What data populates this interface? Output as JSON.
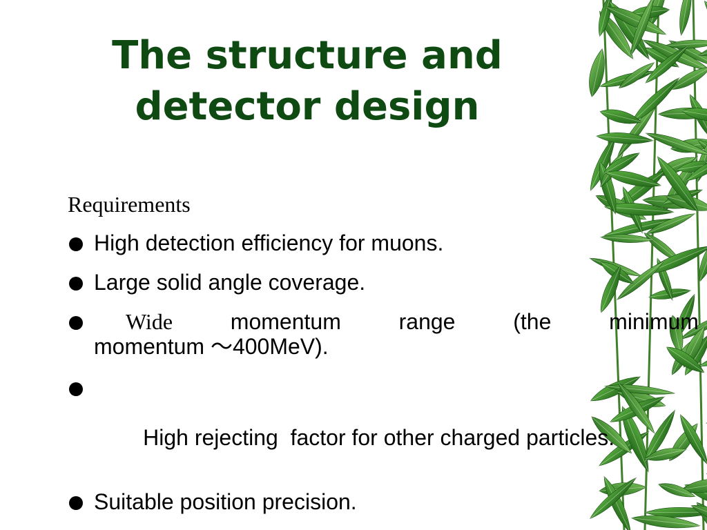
{
  "slide": {
    "title_line1": "The structure and",
    "title_line2": "detector design",
    "requirements_label": "Requirements",
    "bullets": [
      {
        "text": "High detection efficiency for muons."
      },
      {
        "text": "Large solid angle coverage."
      },
      {
        "word1": "Wide",
        "word2": "momentum",
        "word3": "range",
        "word4": "(the",
        "word5": "minimum",
        "line2": "momentum ～400MeV)."
      },
      {
        "text": "High rejecting  factor for other charged particles."
      },
      {
        "text": "Suitable position precision."
      }
    ],
    "colors": {
      "title": "#0f4a13",
      "text": "#000000",
      "background": "#ffffff",
      "leaf_dark": "#1f6b1a",
      "leaf_light": "#4fa83a"
    },
    "decoration": "bamboo-leaves"
  }
}
